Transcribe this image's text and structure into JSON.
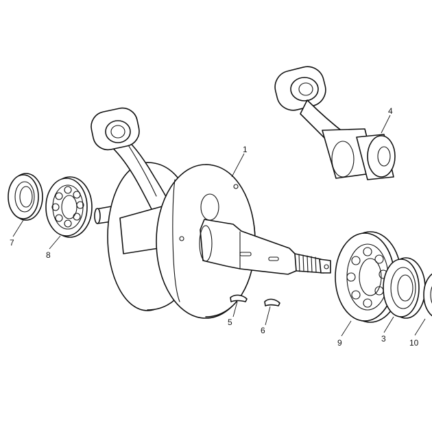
{
  "diagram": {
    "type": "exploded-parts-diagram",
    "subject": "crankshaft assembly",
    "callouts": [
      "1",
      "3",
      "4",
      "5",
      "6",
      "7",
      "8",
      "9",
      "10"
    ]
  },
  "labels": {
    "crankshaft": "1",
    "oil_seal_right": "3",
    "connecting_rod": "4",
    "key_a": "5",
    "key_b": "6",
    "oil_seal_left": "7",
    "bearing_left": "8",
    "bearing_right": "9",
    "ring_right": "10"
  },
  "colors": {
    "line": "#111111",
    "background": "#ffffff"
  }
}
